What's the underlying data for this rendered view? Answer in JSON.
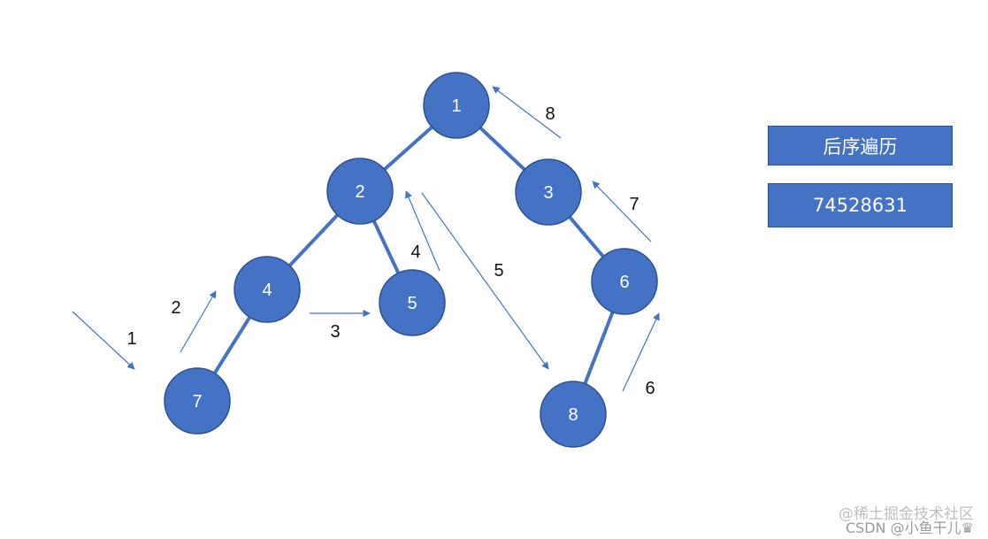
{
  "colors": {
    "node_fill": "#4472c4",
    "node_stroke": "#2f528f",
    "edge": "#4472c4",
    "arrow": "#4472c4",
    "box_fill": "#4472c4"
  },
  "tree": {
    "nodes": [
      {
        "id": "1",
        "label": "1"
      },
      {
        "id": "2",
        "label": "2"
      },
      {
        "id": "3",
        "label": "3"
      },
      {
        "id": "4",
        "label": "4"
      },
      {
        "id": "5",
        "label": "5"
      },
      {
        "id": "6",
        "label": "6"
      },
      {
        "id": "7",
        "label": "7"
      },
      {
        "id": "8",
        "label": "8"
      }
    ],
    "edges": [
      {
        "from": "1",
        "to": "2"
      },
      {
        "from": "1",
        "to": "3"
      },
      {
        "from": "2",
        "to": "4"
      },
      {
        "from": "2",
        "to": "5"
      },
      {
        "from": "4",
        "to": "7"
      },
      {
        "from": "3",
        "to": "6"
      },
      {
        "from": "6",
        "to": "8"
      }
    ]
  },
  "traversal_steps": [
    {
      "step": "1"
    },
    {
      "step": "2"
    },
    {
      "step": "3"
    },
    {
      "step": "4"
    },
    {
      "step": "5"
    },
    {
      "step": "6"
    },
    {
      "step": "7"
    },
    {
      "step": "8"
    }
  ],
  "panel": {
    "title": "后序遍历",
    "result": "74528631"
  },
  "watermarks": {
    "juejin": "@稀土掘金技术社区",
    "csdn": "CSDN @小鱼干儿♛"
  }
}
